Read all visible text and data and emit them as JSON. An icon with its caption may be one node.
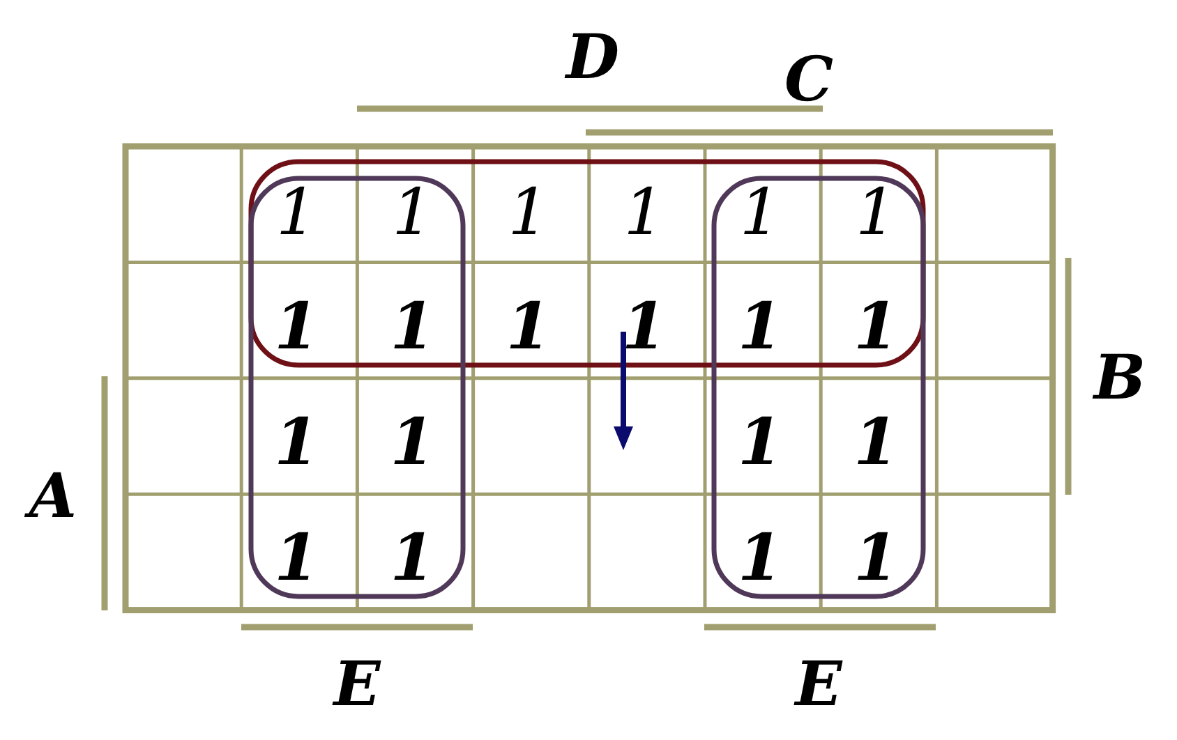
{
  "diagram": {
    "labels": [
      "D",
      "C",
      "1",
      "1",
      "1",
      "1",
      "1",
      "1",
      "1",
      "1",
      "1",
      "1",
      "1",
      "1",
      "B",
      "1",
      "1",
      "1",
      "1",
      "A",
      "1",
      "1",
      "1",
      "1",
      "E",
      "E"
    ]
  }
}
